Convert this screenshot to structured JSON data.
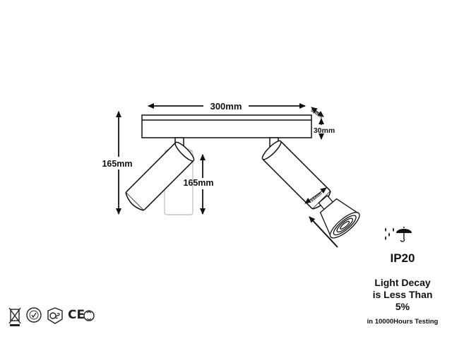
{
  "dimensions": {
    "width": "300mm",
    "height_left": "165mm",
    "height_inner": "165mm",
    "bar_depth": "30mm",
    "bar_end": "50mm",
    "head_diameter": "55mm"
  },
  "rating": {
    "ip": "IP20",
    "decay_line1": "Light Decay",
    "decay_line2": "is Less Than",
    "decay_line3": "5%",
    "testing": "in 10000Hours Testing"
  },
  "certifications": [
    "weee-icon",
    "rohs-icon",
    "gs-icon",
    "ce-mark",
    "recycle-icon"
  ],
  "cert_text": {
    "ce": "CE"
  },
  "colors": {
    "line": "#111111",
    "ghost": "#bbbbbb"
  }
}
